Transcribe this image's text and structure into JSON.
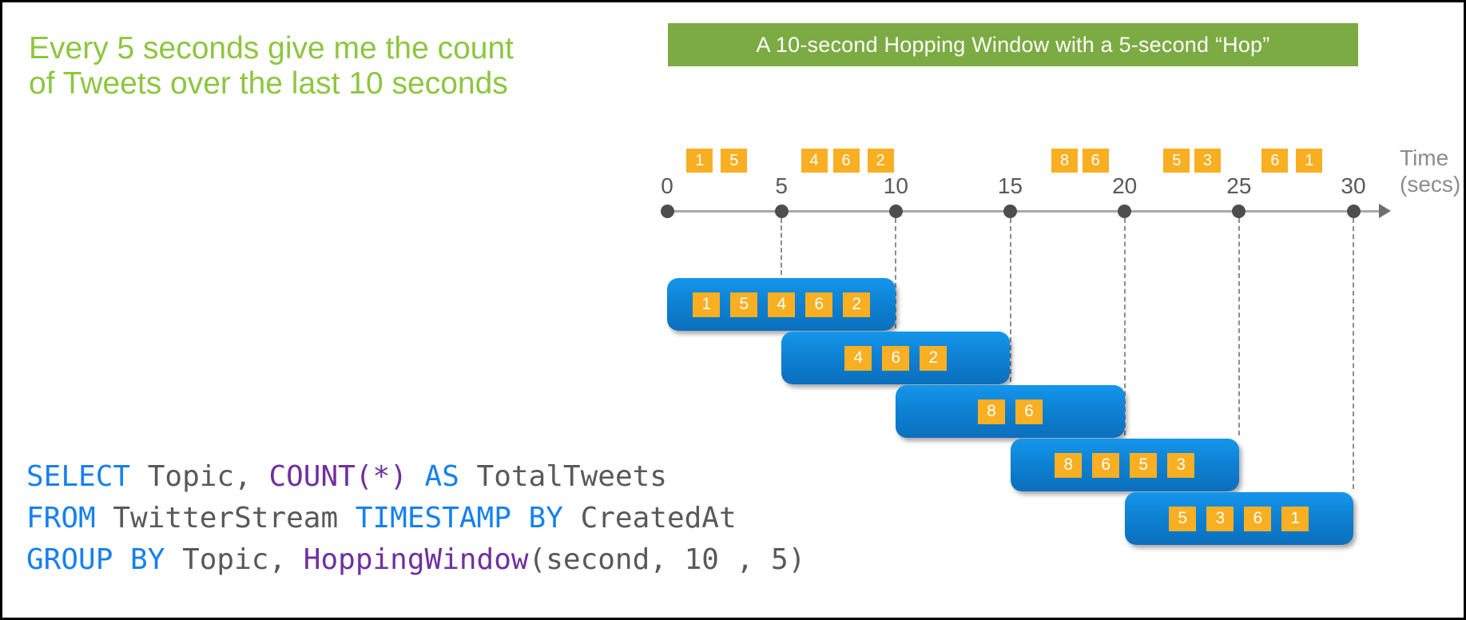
{
  "headline": {
    "text": "Every 5 seconds give me the count of Tweets over the last 10 seconds",
    "color": "#8DC63F"
  },
  "banner": {
    "text": "A 10-second Hopping Window with a 5-second “Hop”",
    "bg_color": "#7BAB42"
  },
  "timeline": {
    "tick_labels": [
      "0",
      "5",
      "10",
      "15",
      "20",
      "25",
      "30"
    ],
    "tick_seconds": [
      0,
      5,
      10,
      15,
      20,
      25,
      30
    ],
    "axis_label_line1": "Time",
    "axis_label_line2": "(secs)",
    "events": [
      {
        "value": "1",
        "t": 0.85
      },
      {
        "value": "5",
        "t": 2.35
      },
      {
        "value": "4",
        "t": 5.85
      },
      {
        "value": "6",
        "t": 7.25
      },
      {
        "value": "2",
        "t": 8.75
      },
      {
        "value": "8",
        "t": 16.8
      },
      {
        "value": "6",
        "t": 18.15
      },
      {
        "value": "5",
        "t": 21.7
      },
      {
        "value": "3",
        "t": 23.05
      },
      {
        "value": "6",
        "t": 26.0
      },
      {
        "value": "1",
        "t": 27.5
      }
    ],
    "dashes": [
      {
        "t": 5,
        "row": 0
      },
      {
        "t": 10,
        "row": 1
      },
      {
        "t": 15,
        "row": 2
      },
      {
        "t": 20,
        "row": 3
      },
      {
        "t": 25,
        "row": 3
      },
      {
        "t": 30,
        "row": 4
      }
    ]
  },
  "windows": [
    {
      "start": 0,
      "end": 10,
      "row": 0,
      "values": [
        "1",
        "5",
        "4",
        "6",
        "2"
      ]
    },
    {
      "start": 5,
      "end": 15,
      "row": 1,
      "values": [
        "4",
        "6",
        "2"
      ]
    },
    {
      "start": 10,
      "end": 20,
      "row": 2,
      "values": [
        "8",
        "6"
      ]
    },
    {
      "start": 15,
      "end": 25,
      "row": 3,
      "values": [
        "8",
        "6",
        "5",
        "3"
      ]
    },
    {
      "start": 20,
      "end": 30,
      "row": 4,
      "values": [
        "5",
        "3",
        "6",
        "1"
      ]
    }
  ],
  "code": {
    "lines": [
      [
        {
          "text": "SELECT ",
          "style": "kw"
        },
        {
          "text": "Topic, ",
          "style": "plain"
        },
        {
          "text": "COUNT(*)",
          "style": "fn"
        },
        {
          "text": " ",
          "style": "plain"
        },
        {
          "text": "AS ",
          "style": "kw"
        },
        {
          "text": "TotalTweets",
          "style": "plain"
        }
      ],
      [
        {
          "text": "FROM ",
          "style": "kw"
        },
        {
          "text": "TwitterStream ",
          "style": "plain"
        },
        {
          "text": "TIMESTAMP BY ",
          "style": "kw"
        },
        {
          "text": "CreatedAt",
          "style": "plain"
        }
      ],
      [
        {
          "text": "GROUP BY ",
          "style": "kw"
        },
        {
          "text": "Topic, ",
          "style": "plain"
        },
        {
          "text": "HoppingWindow",
          "style": "fn"
        },
        {
          "text": "(second, 10 , 5)",
          "style": "plain"
        }
      ]
    ]
  },
  "colors": {
    "headline_green": "#8DC63F",
    "banner_green": "#7BAB42",
    "event_orange": "#F9AF22",
    "window_blue_top": "#1496EC",
    "window_blue_bottom": "#0B6FBD",
    "keyword_blue": "#1580F0",
    "function_purple": "#7030A0",
    "code_gray": "#595959",
    "axis_gray": "#A9A9A9",
    "tick_dot_gray": "#4D4D4D"
  }
}
